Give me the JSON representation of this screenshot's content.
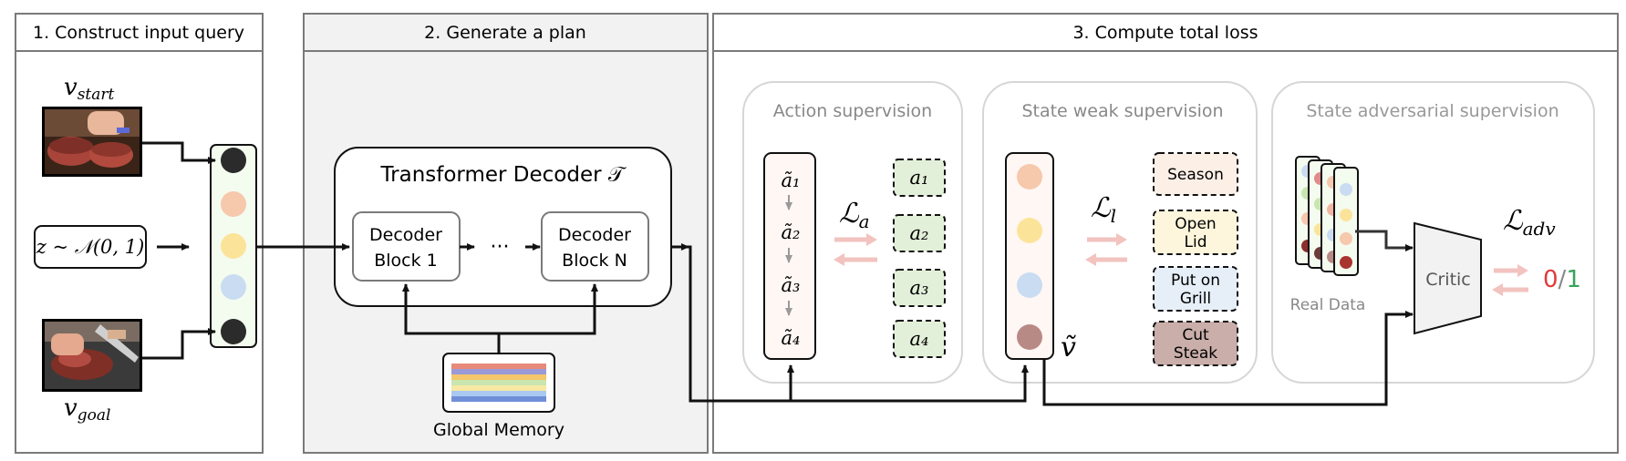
{
  "panels": {
    "p1_title": "1. Construct input query",
    "p2_title": "2. Generate a plan",
    "p3_title": "3. Compute total loss"
  },
  "query": {
    "v_start": "v",
    "v_start_sub": "start",
    "v_goal": "v",
    "v_goal_sub": "goal",
    "noise_label": "z ~ 𝒩(0, 1)"
  },
  "decoder": {
    "title": "Transformer Decoder 𝒯",
    "block1": [
      "Decoder",
      "Block 1"
    ],
    "blockN": [
      "Decoder",
      "Block N"
    ],
    "ellipsis": "···",
    "memory_label": "Global Memory"
  },
  "action_sup": {
    "title": "Action supervision",
    "pred": [
      "ã₁",
      "ã₂",
      "ã₃",
      "ã₄"
    ],
    "gt": [
      "a₁",
      "a₂",
      "a₃",
      "a₄"
    ],
    "loss": "ℒ",
    "loss_sub": "a"
  },
  "state_weak": {
    "title": "State weak supervision",
    "loss": "ℒ",
    "loss_sub": "l",
    "v_tilde": "ṽ",
    "steps": [
      [
        "Season"
      ],
      [
        "Open",
        "Lid"
      ],
      [
        "Put on",
        "Grill"
      ],
      [
        "Cut",
        "Steak"
      ]
    ]
  },
  "state_adv": {
    "title": "State adversarial supervision",
    "real_data": "Real Data",
    "critic": "Critic",
    "loss": "ℒ",
    "loss_sub": "adv",
    "out0": "0",
    "slash": "/",
    "out1": "1"
  },
  "colors": {
    "token_peach": "#f6c8ac",
    "token_yellow": "#fbe49a",
    "token_blue": "#c9dcf1",
    "token_brown": "#b88a86",
    "token_dark": "#2b2b2b",
    "pink_arrow": "#f2c3bf",
    "green_box": "#e3f0d9",
    "panel2_bg": "#f2f2f2",
    "red": "#e03b3b",
    "green": "#38a35a"
  }
}
